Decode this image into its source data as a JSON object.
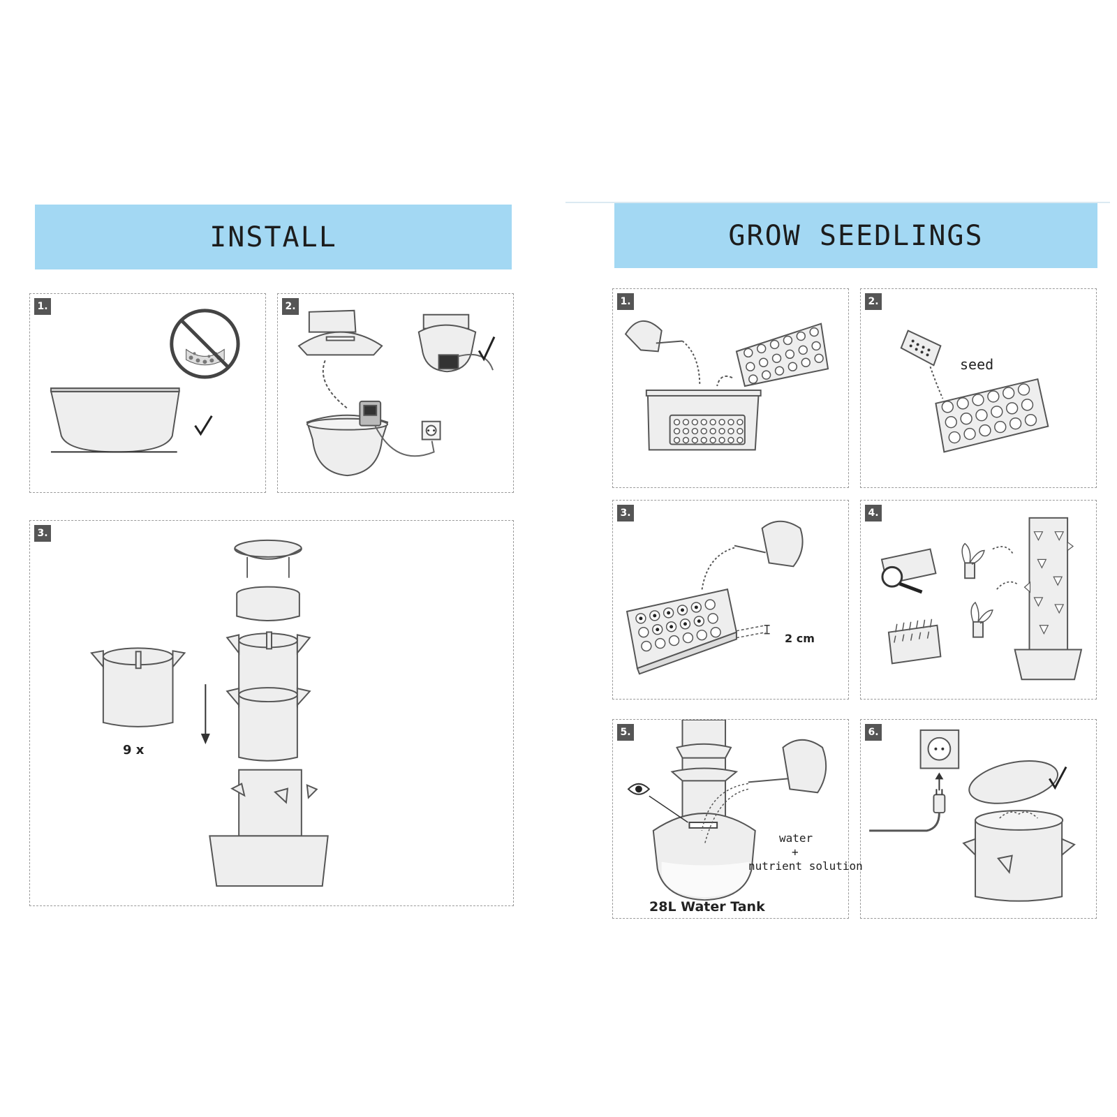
{
  "install": {
    "title": "INSTALL",
    "steps": [
      {
        "number": "1."
      },
      {
        "number": "2."
      },
      {
        "number": "3.",
        "count_label": "9 x"
      }
    ]
  },
  "grow": {
    "title": "GROW SEEDLINGS",
    "steps": [
      {
        "number": "1."
      },
      {
        "number": "2.",
        "seed_label": "seed"
      },
      {
        "number": "3.",
        "depth_label": "2 cm"
      },
      {
        "number": "4."
      },
      {
        "number": "5.",
        "water_label": "water",
        "plus_label": "+",
        "nutrient_label": "nutrient solution",
        "tank_label": "28L Water Tank"
      },
      {
        "number": "6."
      }
    ]
  },
  "colors": {
    "banner": "#a3d8f3",
    "line": "#555555",
    "fill": "#eeeeee"
  },
  "icons": [
    "no-pebbles-icon",
    "checkmark-icon",
    "power-outlet-icon",
    "watering-can-icon",
    "magnifier-icon",
    "eye-icon",
    "plug-icon"
  ]
}
